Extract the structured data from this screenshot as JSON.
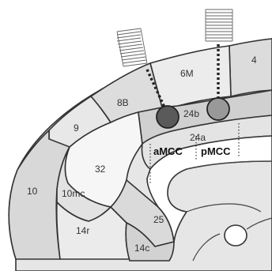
{
  "diagram": {
    "region_labels": {
      "r4": "4",
      "r6m": "6M",
      "r8b": "8B",
      "r9": "9",
      "r10": "10",
      "r10mc": "10mc",
      "r14r": "14r",
      "r14c": "14c",
      "r25": "25",
      "r32": "32",
      "r24b": "24b",
      "r24a": "24a"
    },
    "target_labels": {
      "amcc": "aMCC",
      "pmcc": "pMCC"
    },
    "colors": {
      "region_light": "#e9e9e9",
      "region_mid": "#d6d6d6",
      "region_dark": "#c4c4c4",
      "white_matter": "#ffffff",
      "target_amcc": "#5a5a5a",
      "target_pmcc": "#999999"
    }
  }
}
